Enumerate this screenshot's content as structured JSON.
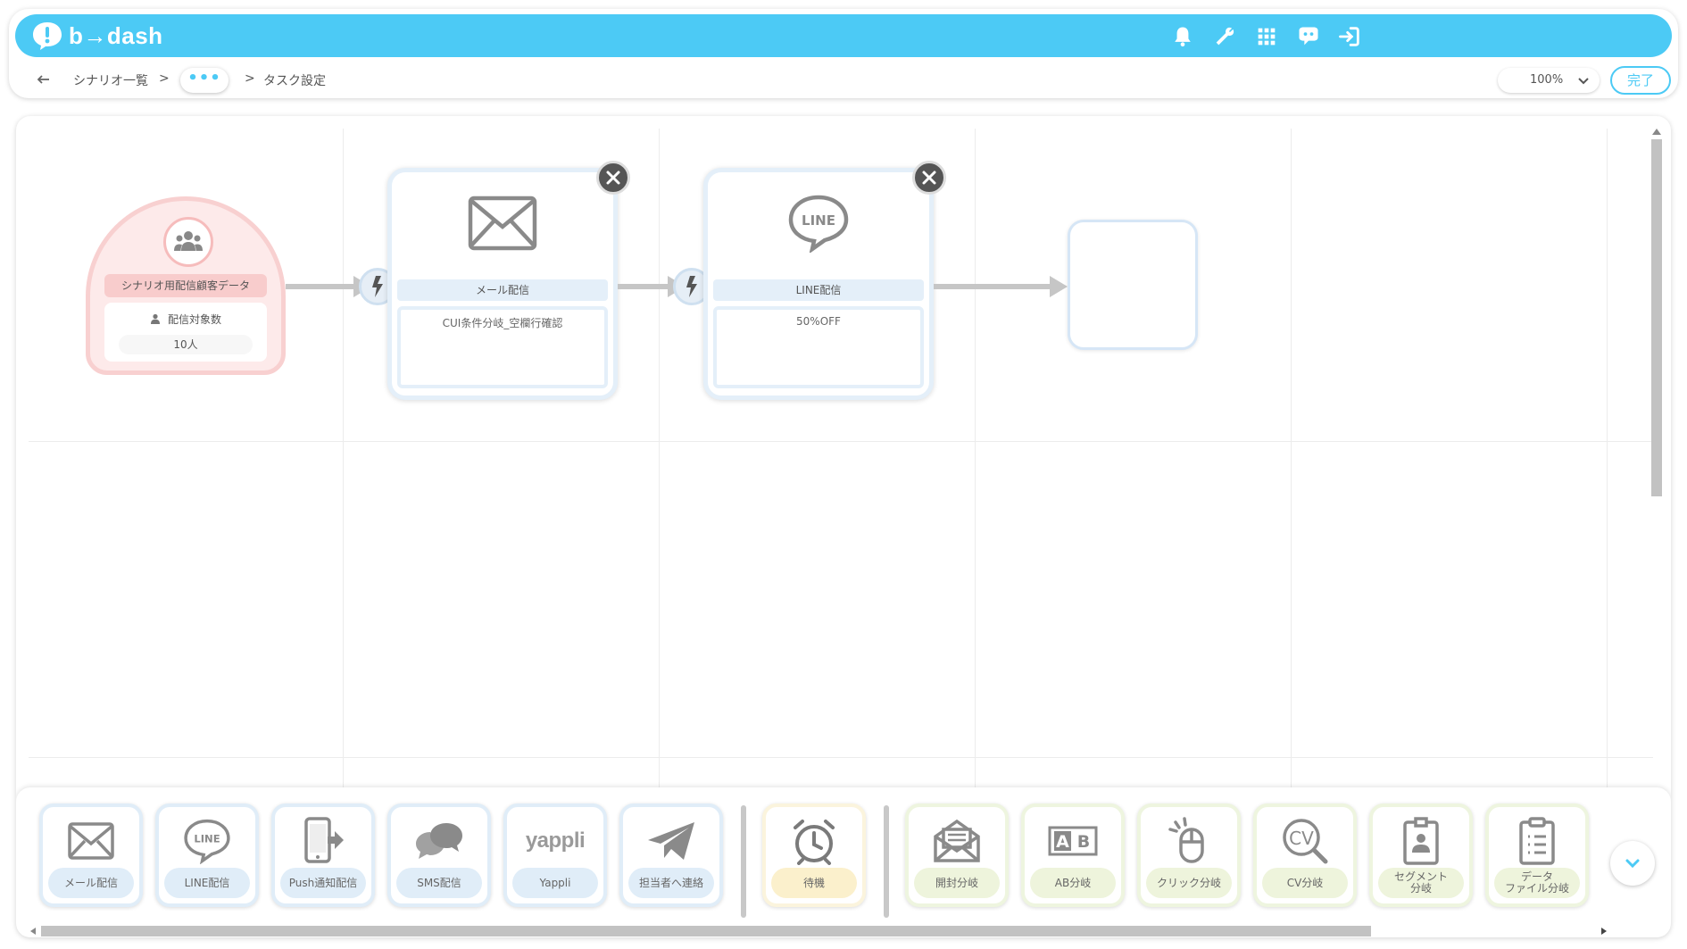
{
  "colors": {
    "brand": "#4ccaf5",
    "start_node": "#fdeaea",
    "task_node": "#e4eff9",
    "wait": "#fbf0cc",
    "branch": "#eef4dc"
  },
  "header": {
    "logo_text": "b→dash",
    "icons": [
      "bell-icon",
      "wrench-icon",
      "apps-grid-icon",
      "chat-bot-icon",
      "logout-icon"
    ]
  },
  "breadcrumb": {
    "back_icon": "arrow-left-icon",
    "item1": "シナリオ一覧",
    "separator": ">",
    "ellipsis": "•••",
    "current": "タスク設定"
  },
  "zoom": {
    "value": "100%"
  },
  "done_label": "完了",
  "start_node": {
    "icon": "group-icon",
    "title": "シナリオ用配信顧客データ",
    "count_icon": "user-icon",
    "count_label": "配信対象数",
    "count_value": "10人"
  },
  "tasks": [
    {
      "icon": "mail-icon",
      "title": "メール配信",
      "body": "CUI条件分岐_空欄行確認"
    },
    {
      "icon": "line-icon",
      "title": "LINE配信",
      "body": "50%OFF"
    }
  ],
  "palette": {
    "items": [
      {
        "icon": "mail-icon",
        "label": "メール配信"
      },
      {
        "icon": "line-icon",
        "label": "LINE配信"
      },
      {
        "icon": "push-icon",
        "label": "Push通知配信"
      },
      {
        "icon": "sms-icon",
        "label": "SMS配信"
      },
      {
        "icon": "yappli-icon",
        "label": "Yappli",
        "icon_text": "yappli"
      },
      {
        "icon": "paper-plane-icon",
        "label": "担当者へ連絡"
      },
      {
        "icon": "alarm-clock-icon",
        "label": "待機"
      },
      {
        "icon": "open-mail-icon",
        "label": "開封分岐"
      },
      {
        "icon": "ab-icon",
        "label": "AB分岐"
      },
      {
        "icon": "mouse-click-icon",
        "label": "クリック分岐"
      },
      {
        "icon": "cv-search-icon",
        "label": "CV分岐"
      },
      {
        "icon": "id-badge-icon",
        "label": "セグメント\n分岐"
      },
      {
        "icon": "clipboard-icon",
        "label": "データ\nファイル分岐"
      }
    ],
    "toggle_icon": "chevron-down-icon"
  }
}
